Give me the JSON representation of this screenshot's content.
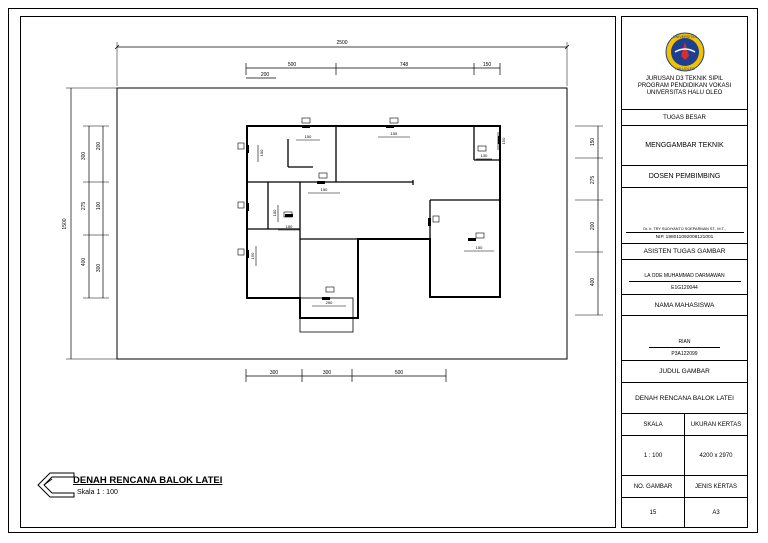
{
  "title_block": {
    "university": [
      "JURUSAN D3 TEKNIK SIPIL",
      "PROGRAM PENDIDIKAN VOKASI",
      "UNIVERSITAS HALU OLEO"
    ],
    "logo_top_text": "UNIVERSITAS",
    "logo_bottom_text": "HALUOLEO",
    "assignment": "TUGAS BESAR",
    "subject": "MENGGAMBAR TEKNIK",
    "supervisor_label": "DOSEN PEMBIMBING",
    "supervisor_name": "Dr. Ir. TRY SUDIYANTO SOEPARMAN ST., M.T.,",
    "supervisor_nip": "NIP.  198011092008121001",
    "assistant_label": "ASISTEN TUGAS GAMBAR",
    "assistant_name": "LA ODE MUHAMMAD DARMAWAN",
    "assistant_id": "E1G120044",
    "student_label": "NAMA MAHASISWA",
    "student_name": "RIAN",
    "student_id": "P3A122099",
    "drawing_title_label": "JUDUL GAMBAR",
    "drawing_title": "DENAH RENCANA BALOK LATEI",
    "scale_label": "SKALA",
    "paper_size_label": "UKURAN KERTAS",
    "scale_value": "1 : 100",
    "paper_size_value": "4200 x 2970",
    "drawing_no_label": "NO. GAMBAR",
    "paper_type_label": "JENIS KERTAS",
    "drawing_no_value": "15",
    "paper_type_value": "A3"
  },
  "drawing": {
    "title": "DENAH RENCANA BALOK LATEI",
    "scale": "Skala 1 : 100"
  },
  "plan": {
    "dim_top_total": "2500",
    "dim_top_segments": [
      "500",
      "748",
      "150"
    ],
    "dim_top_small": "200",
    "dim_left_total": "1500",
    "dim_left_segments": [
      "300",
      "275",
      "400"
    ],
    "dim_left_inner": [
      "200",
      "100",
      "300"
    ],
    "dim_right_segments": [
      "150",
      "275",
      "200",
      "400"
    ],
    "dim_bottom_segments": [
      "300",
      "300",
      "500"
    ],
    "beam_dims": [
      "150",
      "155",
      "150",
      "150",
      "130",
      "150",
      "250",
      "150",
      "100",
      "100",
      "150"
    ]
  }
}
